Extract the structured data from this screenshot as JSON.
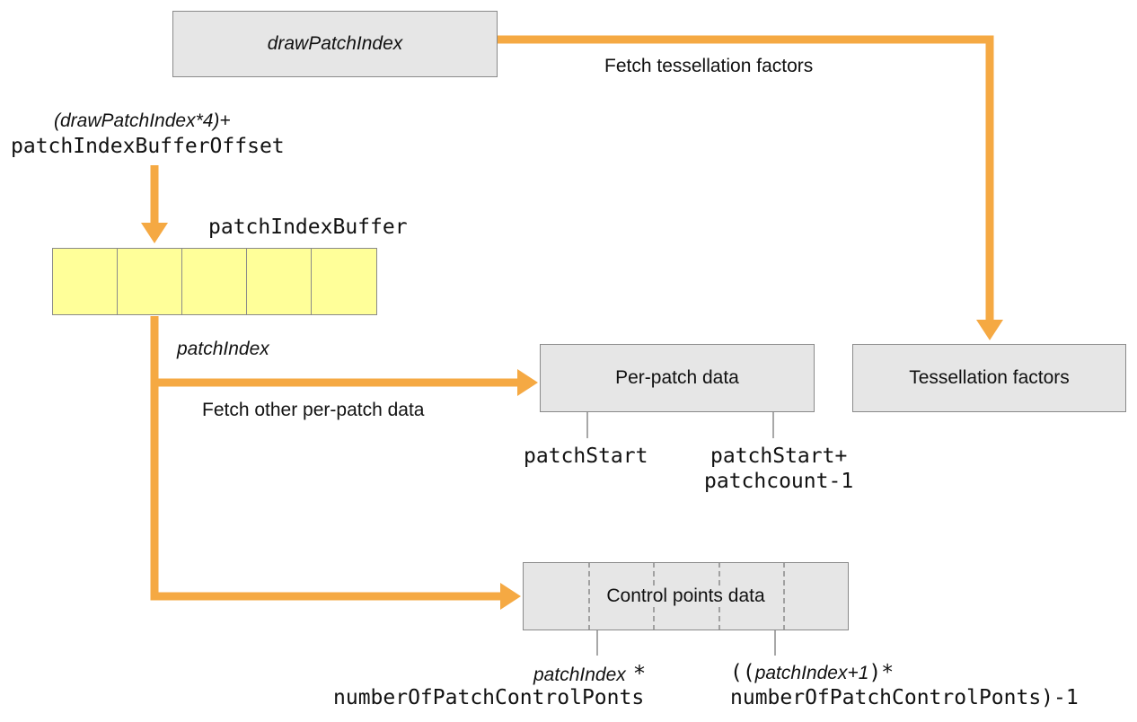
{
  "boxes": {
    "draw_patch_index": "drawPatchIndex",
    "per_patch_data": "Per-patch data",
    "tessellation_factors": "Tessellation factors",
    "control_points_data": "Control points data"
  },
  "labels": {
    "fetch_tessellation": "Fetch tessellation factors",
    "offset_expr_line1": "(drawPatchIndex*4)+",
    "offset_expr_line2": "patchIndexBufferOffset",
    "patch_index_buffer": "patchIndexBuffer",
    "patch_index": "patchIndex",
    "fetch_other": "Fetch other per-patch data",
    "patch_start": "patchStart",
    "patch_end_line1": "patchStart+",
    "patch_end_line2": "patchcount-1",
    "cp_start_italic": "patchIndex",
    "cp_start_op": "*",
    "cp_start_line2": "numberOfPatchControlPonts",
    "cp_end_open": "((",
    "cp_end_italic": "patchIndex+1",
    "cp_end_close": ")*",
    "cp_end_line2": "numberOfPatchControlPonts)-1"
  },
  "colors": {
    "arrow": "#f5a943",
    "box_fill": "#e6e6e6",
    "buffer_fill": "#ffff99",
    "border": "#8a8a8a"
  },
  "buffer_cell_count": 5
}
